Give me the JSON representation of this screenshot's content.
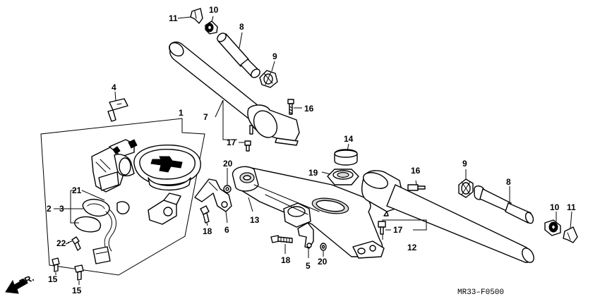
{
  "diagram": {
    "drawing_code": "MR33–F0500",
    "direction_label": "FR.",
    "callouts": [
      {
        "id": "c11a",
        "label": "11"
      },
      {
        "id": "c10a",
        "label": "10"
      },
      {
        "id": "c8a",
        "label": "8"
      },
      {
        "id": "c9a",
        "label": "9"
      },
      {
        "id": "c7",
        "label": "7"
      },
      {
        "id": "c16a",
        "label": "16"
      },
      {
        "id": "c17a",
        "label": "17"
      },
      {
        "id": "c4",
        "label": "4"
      },
      {
        "id": "c1",
        "label": "1"
      },
      {
        "id": "c21",
        "label": "21"
      },
      {
        "id": "c2",
        "label": "2"
      },
      {
        "id": "c3",
        "label": "3"
      },
      {
        "id": "c22",
        "label": "22"
      },
      {
        "id": "c15a",
        "label": "15"
      },
      {
        "id": "c15b",
        "label": "15"
      },
      {
        "id": "c20a",
        "label": "20"
      },
      {
        "id": "c18a",
        "label": "18"
      },
      {
        "id": "c6",
        "label": "6"
      },
      {
        "id": "c13",
        "label": "13"
      },
      {
        "id": "c18b",
        "label": "18"
      },
      {
        "id": "c5",
        "label": "5"
      },
      {
        "id": "c20b",
        "label": "20"
      },
      {
        "id": "c14",
        "label": "14"
      },
      {
        "id": "c19",
        "label": "19"
      },
      {
        "id": "c16b",
        "label": "16"
      },
      {
        "id": "c17b",
        "label": "17"
      },
      {
        "id": "c12",
        "label": "12"
      },
      {
        "id": "c9b",
        "label": "9"
      },
      {
        "id": "c8b",
        "label": "8"
      },
      {
        "id": "c10b",
        "label": "10"
      },
      {
        "id": "c11b",
        "label": "11"
      }
    ]
  }
}
